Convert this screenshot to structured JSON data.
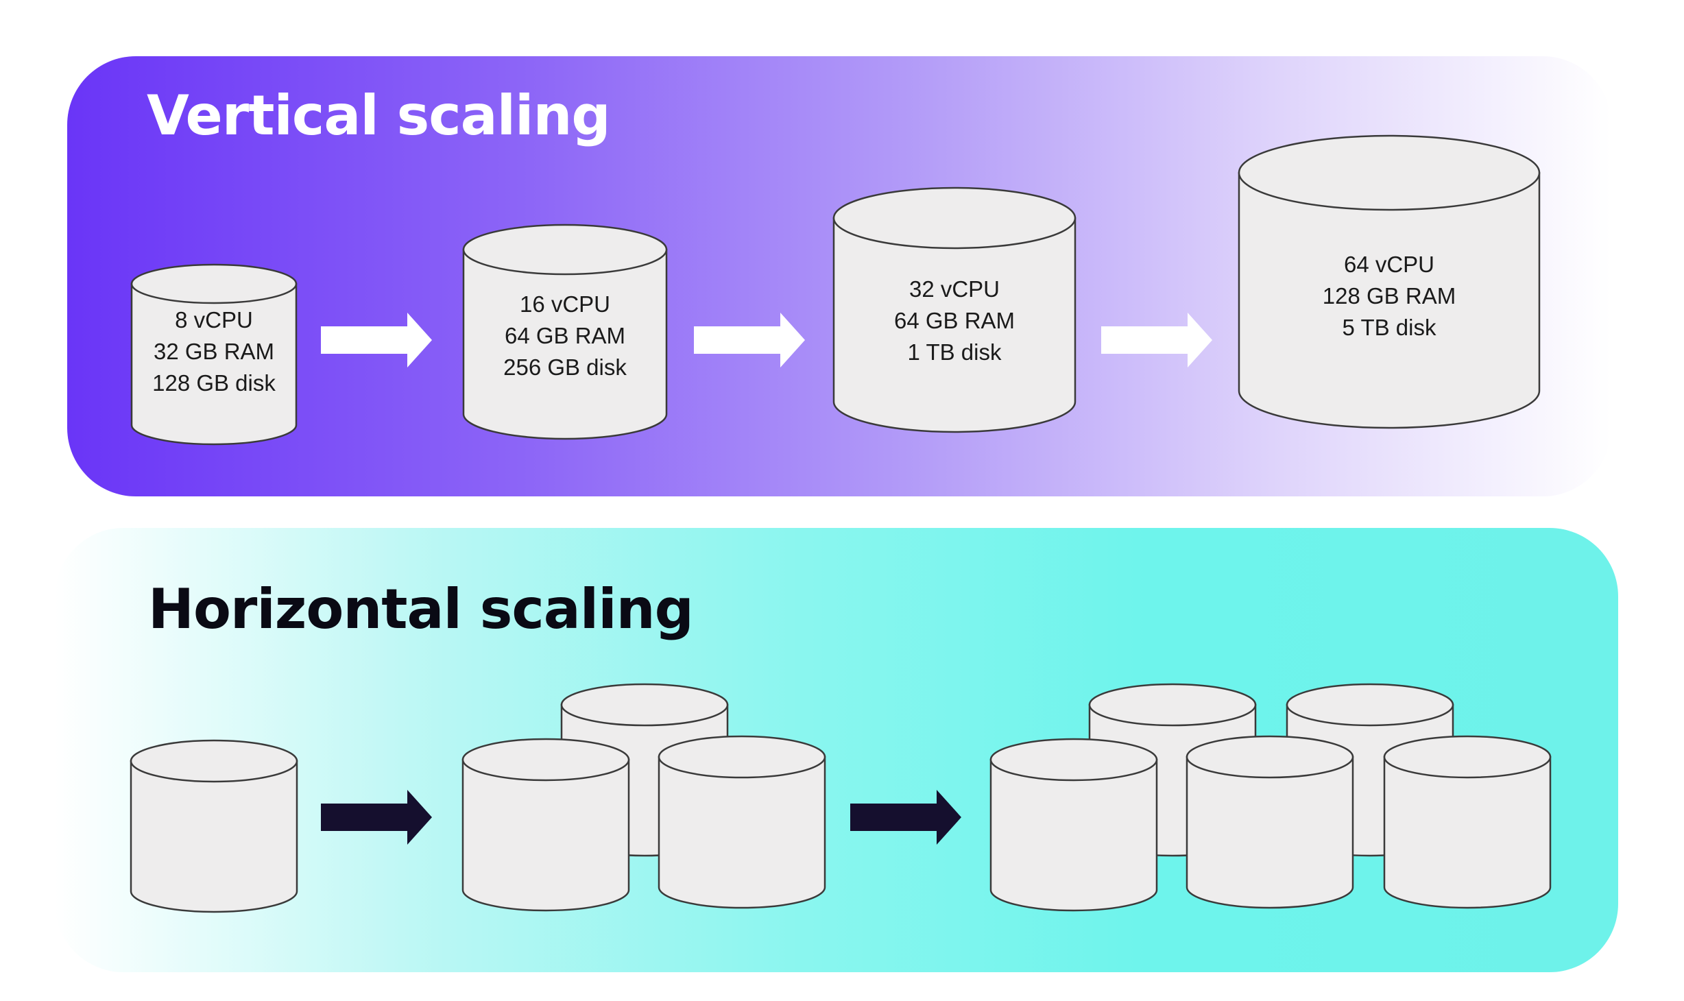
{
  "vertical": {
    "title": "Vertical scaling",
    "arrow_color": "#ffffff",
    "servers": [
      {
        "lines": [
          "8 vCPU",
          "32 GB RAM",
          "128 GB disk"
        ]
      },
      {
        "lines": [
          "16 vCPU",
          "64 GB RAM",
          "256 GB disk"
        ]
      },
      {
        "lines": [
          "32 vCPU",
          "64 GB RAM",
          "1 TB disk"
        ]
      },
      {
        "lines": [
          "64 vCPU",
          "128 GB RAM",
          "5 TB disk"
        ]
      }
    ]
  },
  "horizontal": {
    "title": "Horizontal scaling",
    "arrow_color": "#150f2e",
    "server_groups": [
      1,
      3,
      5
    ]
  },
  "colors": {
    "vertical_gradient_start": "#6a35f7",
    "horizontal_gradient_end": "#6ef2ea",
    "cylinder_fill": "#eeeded"
  }
}
